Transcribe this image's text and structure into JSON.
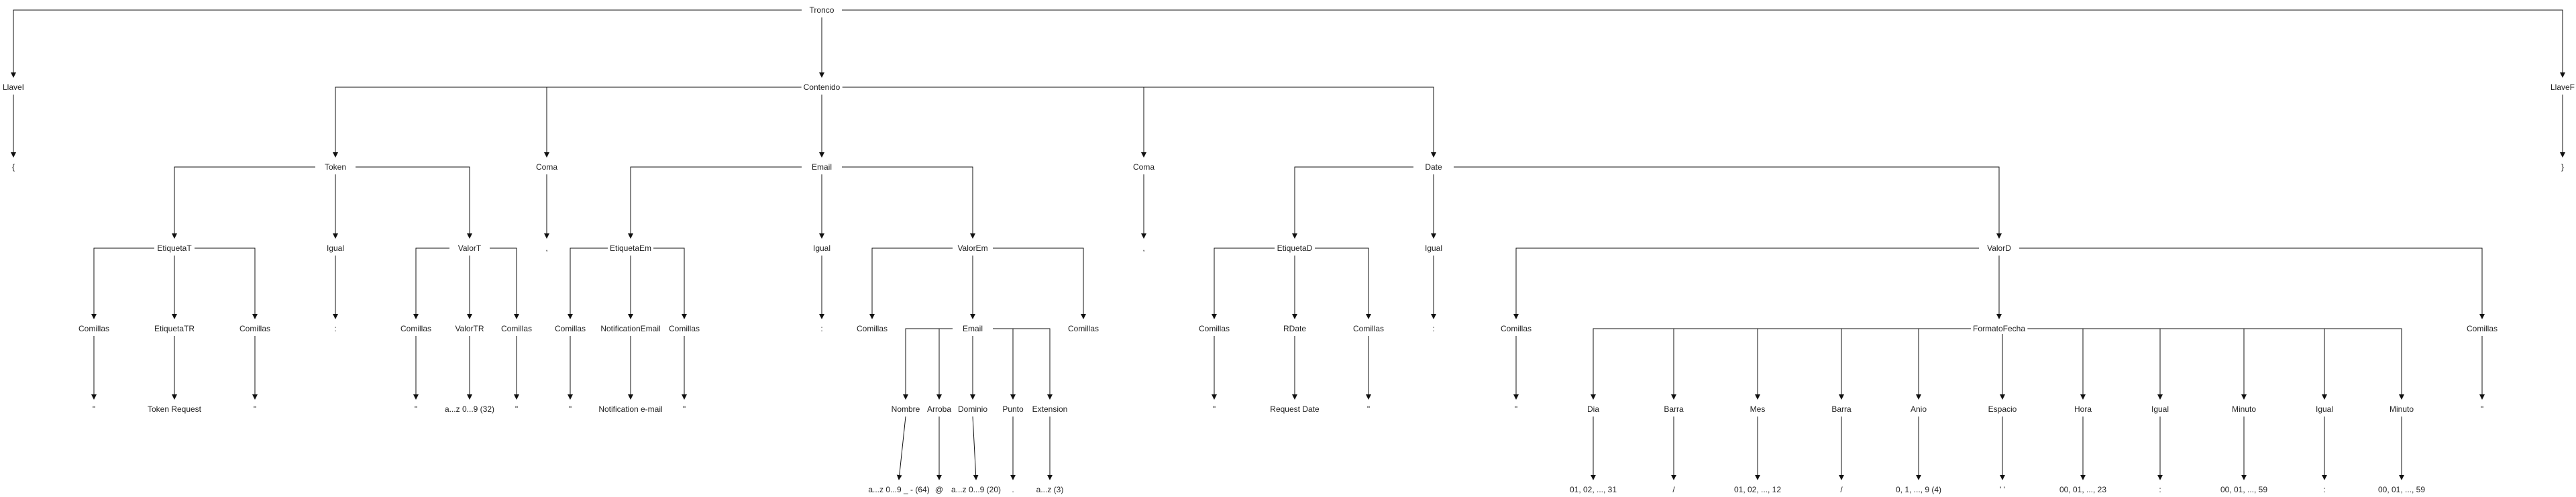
{
  "diagram": {
    "type": "parse-tree",
    "line_color": "#111111",
    "text_color": "#222222",
    "nodes": {
      "root": "Tronco",
      "llave_i": "LlaveI",
      "contenido": "Contenido",
      "llave_f": "LlaveF",
      "open_brace": "{",
      "close_brace": "}",
      "token": "Token",
      "coma_1": "Coma",
      "email": "Email",
      "coma_2": "Coma",
      "date": "Date",
      "coma_1_leaf": ",",
      "coma_2_leaf": ",",
      "etiqueta_t": "EtiquetaT",
      "igual_t": "Igual",
      "valor_t": "ValorT",
      "etiqueta_em": "EtiquetaEm",
      "igual_em": "Igual",
      "valor_em": "ValorEm",
      "etiqueta_d": "EtiquetaD",
      "igual_d": "Igual",
      "valor_d": "ValorD",
      "igual_t_leaf": ":",
      "igual_em_leaf": ":",
      "igual_d_leaf": ":",
      "et_comillas_1": "Comillas",
      "etiqueta_tr": "EtiquetaTR",
      "et_comillas_2": "Comillas",
      "vt_comillas_1": "Comillas",
      "valor_tr": "ValorTR",
      "vt_comillas_2": "Comillas",
      "eem_comillas_1": "Comillas",
      "notification_email": "NotificationEmail",
      "eem_comillas_2": "Comillas",
      "vem_comillas_1": "Comillas",
      "email_inner": "Email",
      "vem_comillas_2": "Comillas",
      "ed_comillas_1": "Comillas",
      "rdate": "RDate",
      "ed_comillas_2": "Comillas",
      "vd_comillas_1": "Comillas",
      "formato_fecha": "FormatoFecha",
      "vd_comillas_2": "Comillas",
      "leaf_q1": "\"",
      "token_request": "Token Request",
      "leaf_q2": "\"",
      "leaf_q3": "\"",
      "valor_tr_leaf": "a...z 0...9 (32)",
      "leaf_q4": "\"",
      "leaf_q5": "\"",
      "notification_email_leaf": "Notification e-mail",
      "leaf_q6": "\"",
      "nombre": "Nombre",
      "arroba": "Arroba",
      "dominio": "Dominio",
      "punto": "Punto",
      "extension": "Extension",
      "leaf_q7": "\"",
      "request_date": "Request Date",
      "leaf_q8": "\"",
      "leaf_q9": "\"",
      "dia": "Dia",
      "barra_1": "Barra",
      "mes": "Mes",
      "barra_2": "Barra",
      "anio": "Anio",
      "espacio": "Espacio",
      "hora": "Hora",
      "igual_h": "Igual",
      "minuto_1": "Minuto",
      "igual_m": "Igual",
      "minuto_2": "Minuto",
      "leaf_q10": "\"",
      "nombre_leaf": "a...z 0...9 _ - (64)",
      "arroba_leaf": "@",
      "dominio_leaf": "a...z 0...9 (20)",
      "punto_leaf": ".",
      "extension_leaf": "a...z (3)",
      "dia_leaf": "01, 02, ..., 31",
      "barra_1_leaf": "/",
      "mes_leaf": "01, 02, ..., 12",
      "barra_2_leaf": "/",
      "anio_leaf": "0, 1, ..., 9 (4)",
      "espacio_leaf": "' '",
      "hora_leaf": "00, 01, ..., 23",
      "igual_h_leaf": ":",
      "minuto_1_leaf": "00, 01, ..., 59",
      "igual_m_leaf": ":",
      "minuto_2_leaf": "00, 01, ..., 59"
    }
  }
}
